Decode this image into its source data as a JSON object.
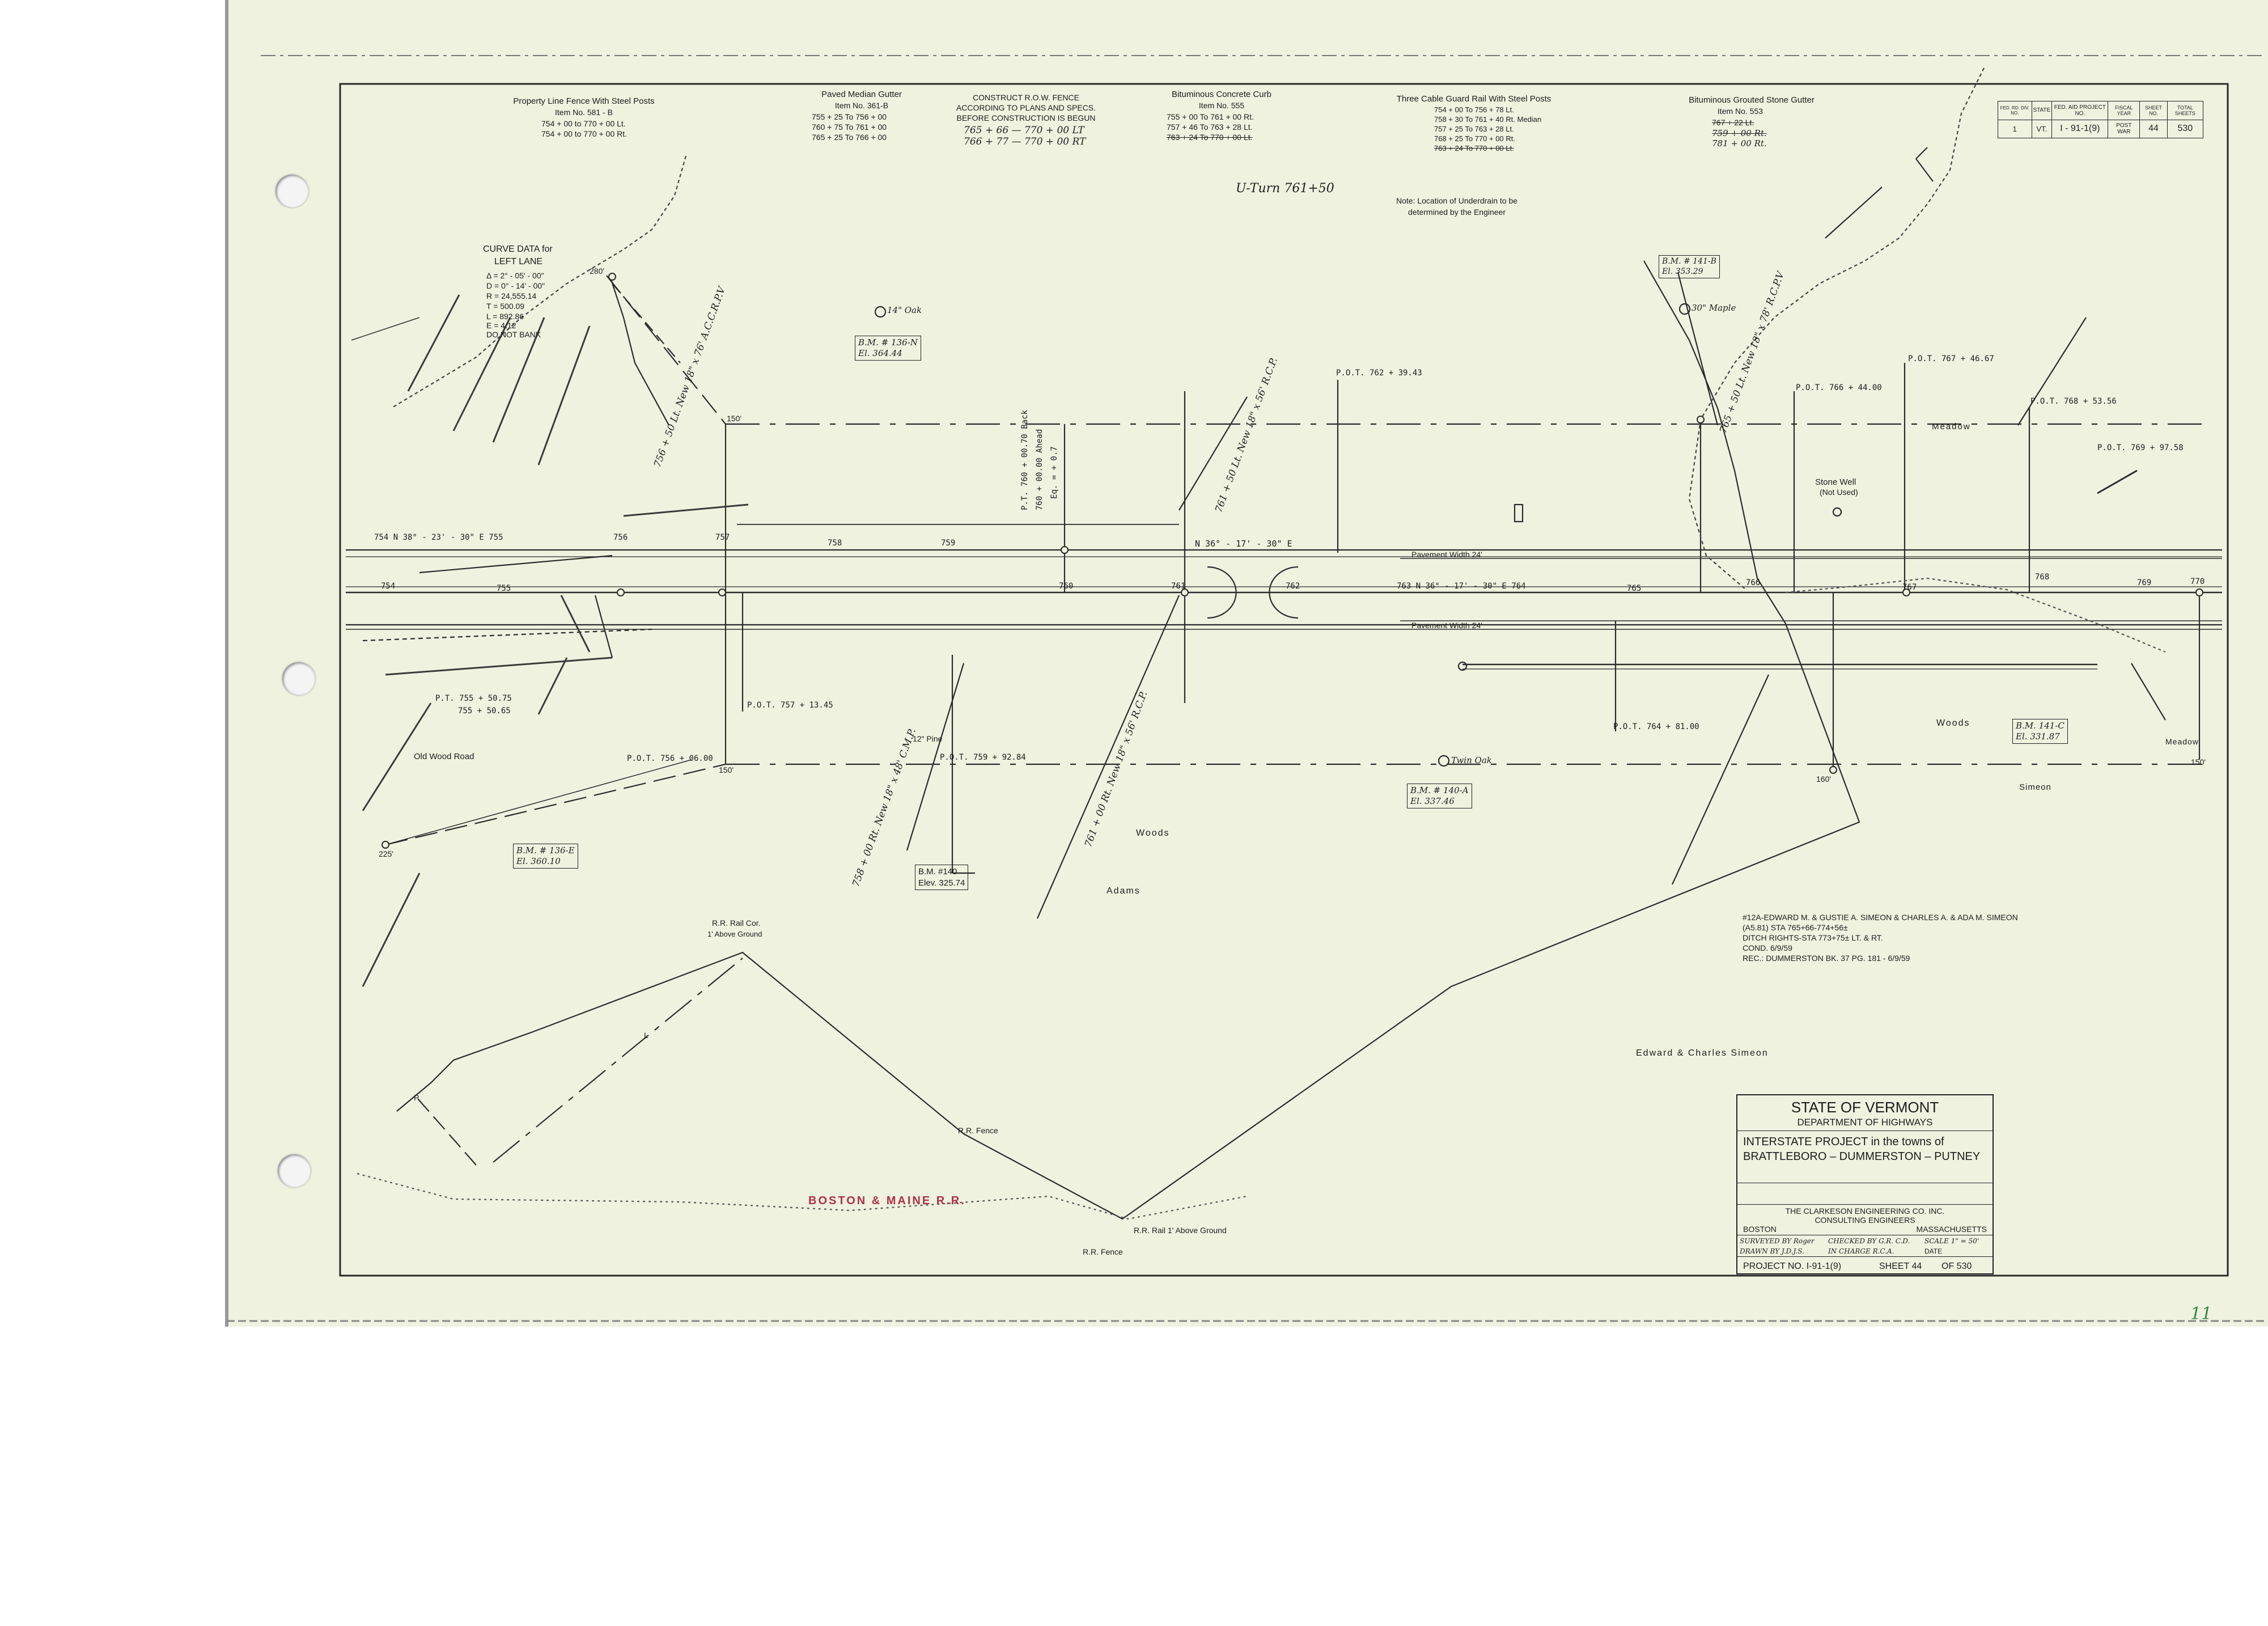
{
  "headings": {
    "fence": "Property Line Fence With Steel Posts",
    "fence_item": "Item No. 581 - B",
    "fence_r1": "754 + 00 to 770 + 00 Lt.",
    "fence_r2": "754 + 00 to 770 + 00 Rt.",
    "median": "Paved Median Gutter",
    "median_item": "Item No. 361-B",
    "median_r1": "755 + 25 To 756 + 00",
    "median_r2": "760 + 75 To 761 + 00",
    "median_r3": "765 + 25 To 766 + 00",
    "row_fence_1": "CONSTRUCT R.O.W. FENCE",
    "row_fence_2": "ACCORDING TO PLANS AND SPECS.",
    "row_fence_3": "BEFORE CONSTRUCTION IS BEGUN",
    "row_fence_r1": "765 + 66 — 770 + 00 LT",
    "row_fence_r2": "766 + 77 — 770 + 00 RT",
    "curb": "Bituminous Concrete Curb",
    "curb_item": "Item No. 555",
    "curb_r1": "755 + 00 To 761 + 00 Rt.",
    "curb_r2": "757 + 46 To 763 + 28 Lt.",
    "curb_r3": "763 + 24 To 770 + 00 Lt.",
    "guardrail": "Three Cable Guard Rail With Steel Posts",
    "guard_r1": "754 + 00 To 756 + 78 Lt.",
    "guard_r2": "758 + 30 To 761 + 40 Rt. Median",
    "guard_r3": "757 + 25 To 763 + 28 Lt.",
    "guard_r4": "768 + 25 To 770 + 00 Rt.",
    "guard_r5": "763 + 24 To 770 + 00 Lt.",
    "gutter": "Bituminous Grouted Stone Gutter",
    "gutter_item": "Item No. 553",
    "gutter_r1": "767 + 22 Lt.",
    "gutter_r2": "759 + 00 Rt.",
    "gutter_r3": "781 + 00 Rt."
  },
  "index_table": {
    "h1": "FED. RD. DIV. NO.",
    "h2": "STATE",
    "h3": "FED. AID PROJECT NO.",
    "h4": "FISCAL YEAR",
    "h5": "SHEET NO.",
    "h6": "TOTAL SHEETS",
    "v1": "1",
    "v2": "VT.",
    "v3": "I - 91-1(9)",
    "v4": "POST WAR",
    "v5": "44",
    "v6": "530"
  },
  "notes": {
    "uturn": "U-Turn 761+50",
    "underdrain_1": "Note: Location of Underdrain to be",
    "underdrain_2": "determined by the Engineer",
    "curve_title_1": "CURVE DATA for",
    "curve_title_2": "LEFT LANE",
    "curve_delta": "Δ = 2° - 05' - 00\"",
    "curve_d": "D = 0° - 14' - 00\"",
    "curve_r": "R = 24,555.14",
    "curve_t": "T = 500.09",
    "curve_l": "L = 892.86",
    "curve_e": "E = 4.12",
    "curve_bank": "DO NOT BANK"
  },
  "labels": {
    "pot_757": "P.O.T. 757 + 13.45",
    "pot_756": "P.O.T. 756 + 06.00",
    "pot_759": "P.O.T. 759 + 92.84",
    "pot_762": "P.O.T. 762 + 39.43",
    "pot_764": "P.O.T. 764 + 81.00",
    "pot_766": "P.O.T. 766 + 44.00",
    "pot_767": "P.O.T. 767 + 46.67",
    "pot_768": "P.O.T. 768 + 53.56",
    "pot_769": "P.O.T. 769 + 97.58",
    "pt_755_a": "P.T. 755 + 50.75",
    "pt_755_b": "755 + 50.65",
    "bearing_1": "754  N 38° - 23' - 30\" E  755",
    "bearing_2": "N 36° - 17' - 30\" E",
    "bearing_3": "763  N 36° - 17' - 30\" E  764",
    "pave_1": "Pavement Width 24'",
    "pave_2": "Pavement Width 24'",
    "old_road": "Old Wood Road",
    "woods_1": "Woods",
    "adams": "Adams",
    "woods_2": "Woods",
    "meadow_1": "Meadow",
    "meadow_2": "Meadow",
    "simeon": "Simeon",
    "stone_well_1": "Stone Well",
    "stone_well_2": "(Not Used)",
    "oak_14": "14\" Oak",
    "maple_30": "30\" Maple",
    "pine_12": "12\" Pine",
    "oak_twin": "Twin Oak",
    "bm_136n": "B.M. # 136-N",
    "bm_136n_el": "El. 364.44",
    "bm_136e": "B.M. # 136-E",
    "bm_136e_el": "El. 360.10",
    "bm_140": "B.M. #140",
    "bm_140_el": "Elev. 325.74",
    "bm_140a": "B.M. # 140-A",
    "bm_140a_el": "El. 337.46",
    "bm_141b": "B.M. # 141-B",
    "bm_141b_el": "El. 353.29",
    "bm_141c": "B.M. 141-C",
    "bm_141c_el": "El. 331.87",
    "rr_cor_1": "R.R. Rail Cor.",
    "rr_cor_2": "1' Above Ground",
    "rr_fence_1": "R.R. Fence",
    "rr_fence_2": "R.R. Fence",
    "rr_rail": "R.R. Rail 1' Above Ground",
    "boston_maine": "BOSTON & MAINE R.R.",
    "simeon_owners": "Edward & Charles Simeon",
    "deed_1": "#12A-EDWARD M. & GUSTIE A. SIMEON & CHARLES A. & ADA M. SIMEON",
    "deed_2": "(A5.81) STA 765+66-774+56±",
    "deed_3": "DITCH RIGHTS-STA 773+75± LT. & RT.",
    "deed_4": "COND. 6/9/59",
    "deed_5": "REC.: DUMMERSTON BK. 37 PG. 181 - 6/9/59",
    "width_280": "280'",
    "width_150a": "150'",
    "width_150b": "150'",
    "width_225": "225'",
    "width_160": "160'",
    "width_150c": "150'",
    "stn_756": "756",
    "stn_757": "757",
    "stn_758": "758",
    "stn_759": "759",
    "stn_760": "760",
    "stn_761": "761",
    "stn_762": "762",
    "stn_765": "765",
    "stn_766": "766",
    "stn_768": "768",
    "stn_769": "769",
    "stn_770": "770",
    "stn_755": "755",
    "stn_754": "754",
    "stn_767": "767",
    "pl_1": "P",
    "pl_2": "L",
    "sta_760_back": "P.T. 760 + 00.70 Back",
    "sta_760_ahead": "760 + 00.00 Ahead",
    "eq": "Eq. = + 0.7",
    "pc_1": "756 + 50 Lt. New 18\" x 76' A.C.C.R.P.V",
    "pc_2": "761 + 50 Lt. New 18\" x 56' R.C.P.",
    "pc_3": "765 + 50 Lt. New 18\" x 78' R.C.P.V",
    "pc_4": "758 + 00 Rt. New 18\" x 48' C.M.P.",
    "pc_5": "761 + 00 Rt. New 18\" x 56' R.C.P."
  },
  "title_block": {
    "state": "STATE OF VERMONT",
    "dept": "DEPARTMENT OF HIGHWAYS",
    "project_1": "INTERSTATE PROJECT in the towns of",
    "project_2": "BRATTLEBORO – DUMMERSTON – PUTNEY",
    "engineers_1": "THE CLARKESON ENGINEERING CO. INC.",
    "engineers_2": "CONSULTING ENGINEERS",
    "city": "BOSTON",
    "state_mass": "MASSACHUSETTS",
    "surveyed": "SURVEYED BY Roger",
    "checked": "CHECKED BY G.R. C.D.",
    "scale": "SCALE 1\" = 50'",
    "drawn": "DRAWN BY J.D.J.S.",
    "in_charge": "IN CHARGE R.C.A.",
    "date": "DATE",
    "project_no": "PROJECT NO. I-91-1(9)",
    "sheet": "SHEET 44",
    "of": "OF 530"
  },
  "corner_mark": "11"
}
